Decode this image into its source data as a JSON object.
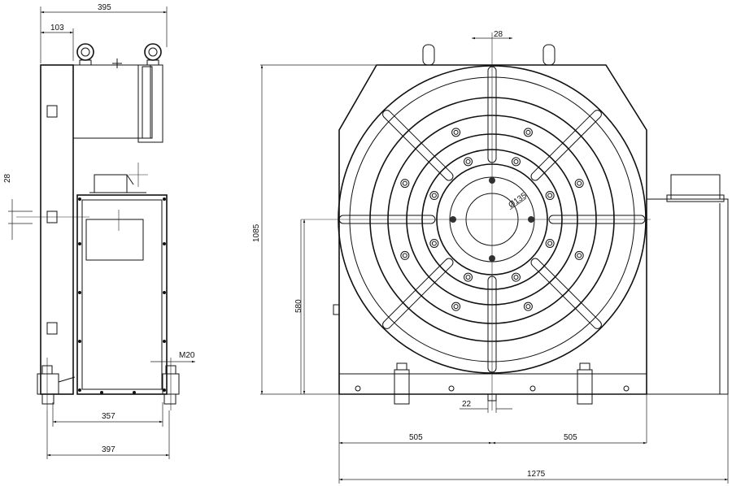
{
  "drawing": {
    "side_view": {
      "overall_width_top": "395",
      "plate_offset": "103",
      "shaft_height": "28",
      "bolt_thread": "M20",
      "foot_inner": "357",
      "foot_outer": "397"
    },
    "front_view": {
      "top_slot_width": "28",
      "center_bore": "Ø135",
      "overall_height": "1085",
      "center_height": "580",
      "key_width": "22",
      "half_width_left": "505",
      "half_width_right": "505",
      "overall_width": "1275"
    }
  }
}
